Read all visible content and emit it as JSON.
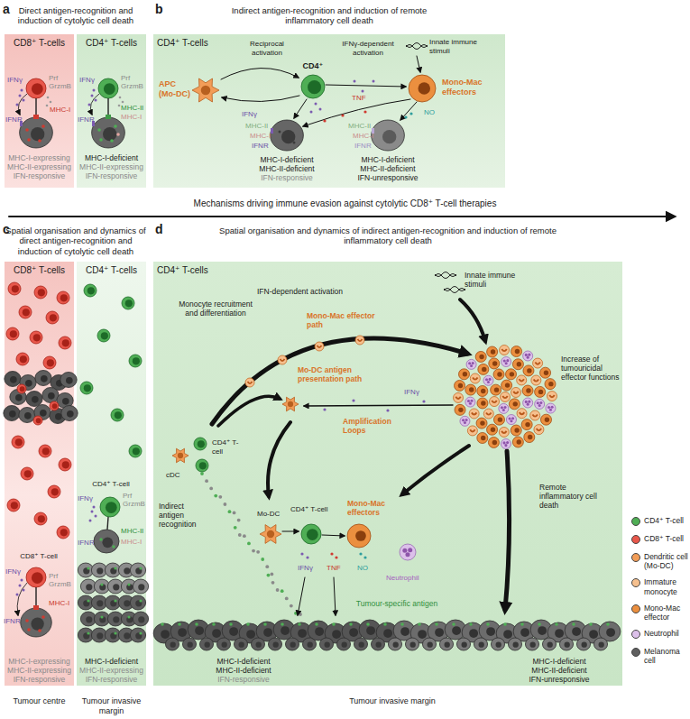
{
  "diagram": {
    "nodes": [
      {
        "text": [
          "CD8⁺ T-cells"
        ]
      },
      {
        "text": [
          "CD4⁺ T-cells"
        ]
      },
      {
        "text": [
          "CD4⁺ T-cells"
        ]
      },
      {
        "text": [
          "CD8⁺ T-cells"
        ]
      },
      {
        "text": [
          "CD4⁺ T-cells"
        ]
      },
      {
        "text": [
          "CD4⁺ T-cells"
        ]
      }
    ],
    "labels": [
      "a",
      "Direct antigen-recognition and induction of cytolytic cell death",
      "b",
      "Indirect antigen-recognition and induction of remote inflammatory cell death",
      "IFNγ",
      "Prf",
      "GrzmB",
      "MHC-I",
      "IFNR",
      "MHC-I-expressing",
      "MHC-II-expressing",
      "IFN-responsive",
      "IFNγ",
      "Prf",
      "GrzmB",
      "MHC-II",
      "MHC-I",
      "IFNR",
      "MHC-I-deficient",
      "MHC-II-expressing",
      "IFN-responsive",
      "Reciprocal activation",
      "IFNγ-dependent activation",
      "Innate immune stimuli",
      "APC",
      "(Mo-DC)",
      "CD4⁺",
      "Mono-Mac effectors",
      "TNF",
      "NO",
      "IFNγ",
      "MHC-II",
      "MHC-I",
      "IFNR",
      "MHC-II",
      "MHC-I",
      "IFNR",
      "MHC-I-deficient",
      "MHC-II-deficient",
      "IFN-responsive",
      "MHC-I-deficient",
      "MHC-II-deficient",
      "IFN-unresponsive",
      "Mechanisms driving immune evasion against cytolytic CD8⁺ T-cell therapies",
      "c",
      "Spatial organisation and dynamics of direct antigen-recognition and induction of cytolytic cell death",
      "CD8⁺ T-cell",
      "IFNγ",
      "Prf",
      "GrzmB",
      "MHC-I",
      "IFNR",
      "MHC-I-expressing",
      "MHC-II-expressing",
      "IFN-responsive",
      "CD4⁺ T-cell",
      "IFNγ",
      "Prf",
      "GrzmB",
      "MHC-II",
      "IFNR",
      "MHC-I",
      "MHC-I-deficient",
      "MHC-II-expressing",
      "IFN-responsive",
      "Tumour centre",
      "Tumour invasive margin",
      "d",
      "Spatial organisation and dynamics of indirect antigen-recognition and induction of remote inflammatory cell death",
      "IFN-dependent activation",
      "Innate immune stimuli",
      "Monocyte recruitment and differentiation",
      "Mono-Mac effector path",
      "Increase of tumouricidal effector functions",
      "Mo-DC antigen presentation path",
      "IFNγ",
      "Amplification Loops",
      "CD4⁺ T-cell",
      "cDC",
      "Indirect antigen recognition",
      "Mo-DC",
      "CD4⁺ T-cell",
      "Mono-Mac effectors",
      "Remote inflammatory cell death",
      "IFNγ",
      "TNF",
      "NO",
      "Neutrophil",
      "Tumour-specific antigen",
      "MHC-I-deficient",
      "MHC-II-deficient",
      "IFN-responsive",
      "MHC-I-deficient",
      "MHC-II-deficient",
      "IFN-unresponsive",
      "Tumour invasive margin"
    ],
    "legend": [
      {
        "text": "CD4⁺ T-cell",
        "color": "#4fae55"
      },
      {
        "text": "CD8⁺ T-cell",
        "color": "#e8574b"
      },
      {
        "text": "Dendritic cell (Mo-DC)",
        "color": "#f29d58"
      },
      {
        "text": "Immature monocyte",
        "color": "#f6c08e"
      },
      {
        "text": "Mono-Mac effector",
        "color": "#eb8f3f"
      },
      {
        "text": "Neutrophil",
        "color": "#dcc0ea"
      },
      {
        "text": "Melanoma cell",
        "color": "#5f5f5f"
      }
    ]
  }
}
